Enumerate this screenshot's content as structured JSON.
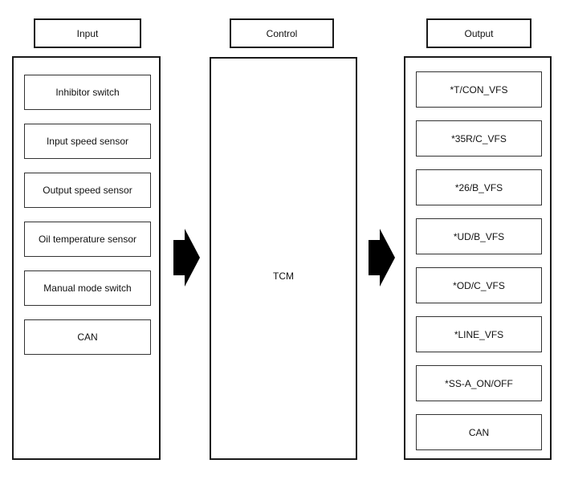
{
  "diagram": {
    "input": {
      "header": "Input",
      "items": [
        "Inhibitor switch",
        "Input speed sensor",
        "Output speed sensor",
        "Oil temperature sensor",
        "Manual mode switch",
        "CAN"
      ]
    },
    "control": {
      "header": "Control",
      "unit": "TCM"
    },
    "output": {
      "header": "Output",
      "items": [
        "*T/CON_VFS",
        "*35R/C_VFS",
        "*26/B_VFS",
        "*UD/B_VFS",
        "*OD/C_VFS",
        "*LINE_VFS",
        "*SS-A_ON/OFF",
        "CAN"
      ]
    },
    "colors": {
      "outer_border": "#1a1a1a",
      "inner_border": "#333333",
      "arrow": "#000000",
      "background": "#ffffff",
      "text": "#111111"
    }
  }
}
